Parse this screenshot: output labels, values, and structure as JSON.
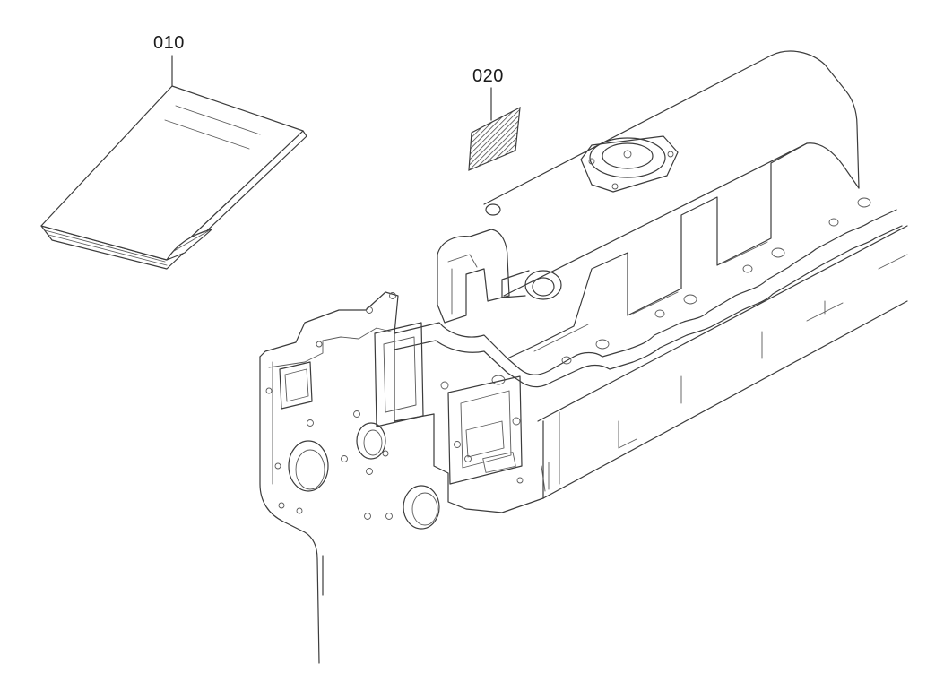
{
  "callouts": [
    {
      "id": "010",
      "label": "010"
    },
    {
      "id": "020",
      "label": "020"
    }
  ],
  "parts": [
    {
      "callout": "010",
      "icon": "manual-book-icon"
    },
    {
      "callout": "020",
      "icon": "label-sticker-icon"
    }
  ],
  "colors": {
    "line": "#3c3c3c",
    "background": "#ffffff"
  }
}
